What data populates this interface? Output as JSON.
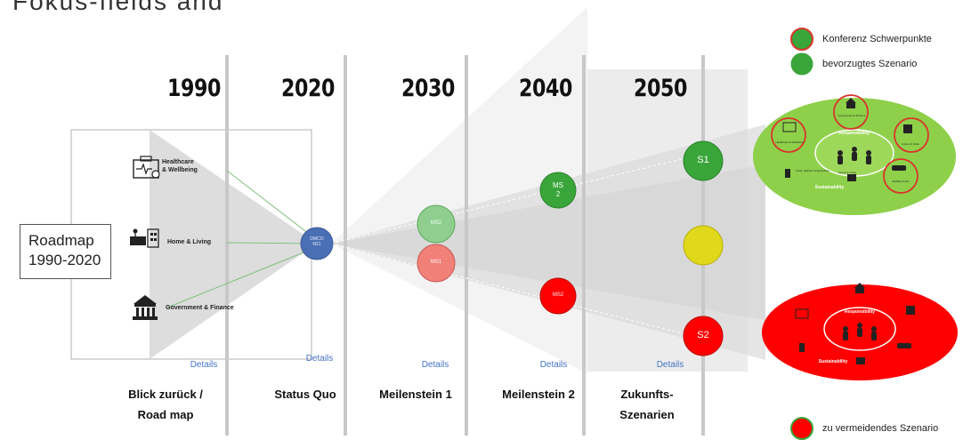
{
  "header": {
    "cut_text": "Fokus-fields and"
  },
  "years": [
    "1990",
    "2020",
    "2030",
    "2040",
    "2050"
  ],
  "roadmap_box": {
    "line1": "Roadmap",
    "line2": "1990-2020"
  },
  "sectors": {
    "healthcare": {
      "line1": "Healthcare",
      "line2": "& Wellbeing"
    },
    "home": "Home & Living",
    "government": "Government & Finance"
  },
  "status_node": {
    "line1": "DMCO",
    "line2": "N21"
  },
  "milestones": {
    "ms2_light": "MS2",
    "ms1": "MS1",
    "ms5_2": {
      "line1": "MS",
      "line2": "2"
    },
    "ms2_red": "MS2"
  },
  "scenarios": {
    "s1": "S1",
    "s2": "S2"
  },
  "details_label": "Details",
  "bottom_labels": {
    "col1": {
      "line1": "Blick zurück /",
      "line2": "Road map"
    },
    "col2": "Status Quo",
    "col3": "Meilenstein 1",
    "col4": "Meilenstein 2",
    "col5": {
      "line1": "Zukunfts-",
      "line2": "Szenarien"
    }
  },
  "legend": {
    "conference_focus": "Konferenz Schwerpunkte",
    "preferred_scenario": "bevorzugtes Szenario",
    "avoid_scenario": "zu vermeidendes Szenario"
  },
  "scenario_cards": {
    "green": {
      "center": "Responsibility",
      "bottom": "Sustainability",
      "government": "Government & Finance",
      "healthcare": "Healthcare & Wellbeing",
      "work": "Future of Work",
      "food": "Food, Nutrition & Agriculture",
      "home": "Home & Living",
      "mobility": "Mobility & City"
    },
    "red": {
      "center": "Responsibility",
      "bottom": "Sustainability"
    }
  },
  "colors": {
    "green": "#3aa53a",
    "light_green": "#8fce8f",
    "light_red": "#f08078",
    "red": "#ff0000",
    "yellow": "#e0d81a",
    "blue": "#4a6fb5",
    "card_green": "#8ed04a",
    "ring_red": "#d9342b",
    "separator": "#c8c8c8",
    "details_blue": "#4472c4"
  }
}
